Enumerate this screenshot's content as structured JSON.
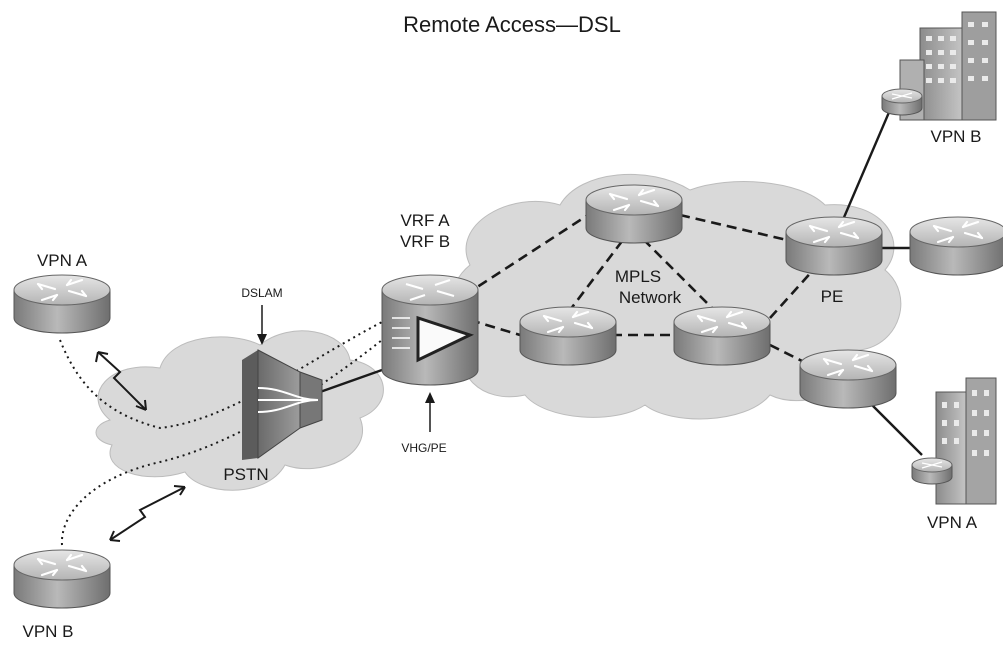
{
  "title": "Remote Access—DSL",
  "labels": {
    "vpn_a_left": "VPN A",
    "vpn_b_left": "VPN B",
    "dslam": "DSLAM",
    "pstn": "PSTN",
    "vrf_a": "VRF A",
    "vrf_b": "VRF B",
    "vhg_pe": "VHG/PE",
    "mpls_line1": "MPLS",
    "mpls_line2": "Network",
    "pe": "PE",
    "vpn_b_right": "VPN B",
    "vpn_a_right": "VPN A"
  },
  "colors": {
    "cloud": "#d9d9d9",
    "router_top": "#c8c8c8",
    "router_side": "#9a9a9a",
    "link": "#1a1a1a"
  }
}
